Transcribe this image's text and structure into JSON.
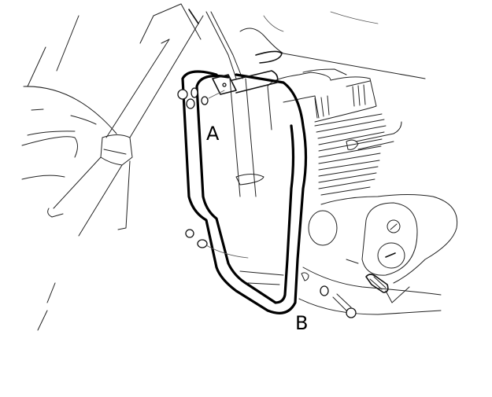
{
  "diagram": {
    "subject": "motorcycle engine guard (crash bar) installation drawing",
    "style": "black line art on white",
    "background_color": "#ffffff",
    "line_color": "#000000",
    "callouts": [
      {
        "id": "A",
        "text": "A",
        "position": "upper mounting point at frame bracket"
      },
      {
        "id": "B",
        "text": "B",
        "position": "lower end of crash bar near engine mount bolt"
      }
    ],
    "components": [
      "front-fork",
      "front-wheel-fender",
      "engine-cylinder-head",
      "engine-cylinder-fins",
      "crankcase-cover",
      "footpeg",
      "crash-bar",
      "mounting-bracket",
      "nuts-and-washers",
      "mounting-bolt"
    ]
  }
}
